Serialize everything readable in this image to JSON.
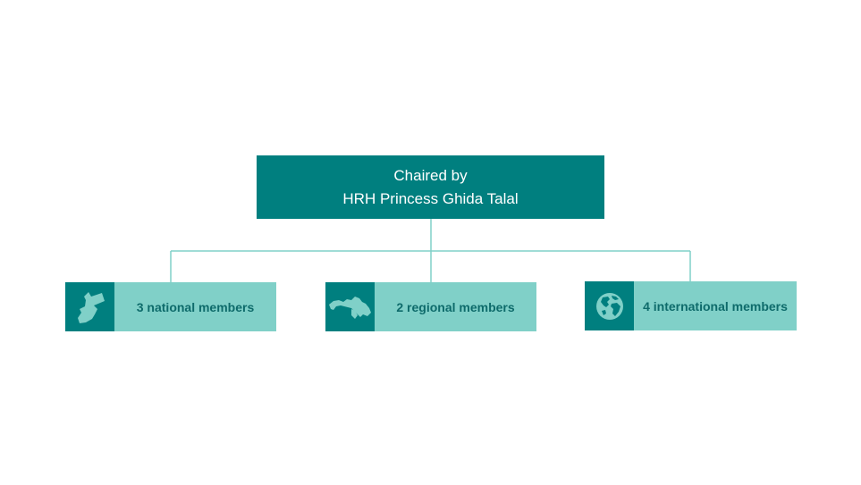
{
  "chair": {
    "line1": "Chaired by",
    "line2": "HRH Princess Ghida Talal"
  },
  "members": [
    {
      "label": "3 national members",
      "icon": "jordan-map-icon"
    },
    {
      "label": "2 regional members",
      "icon": "arab-region-map-icon"
    },
    {
      "label": "4 international members",
      "icon": "globe-icon"
    }
  ],
  "colors": {
    "primary": "#007f7f",
    "secondary": "#80d0c8",
    "connector": "#80d0c8",
    "label_text": "#0e6b6b",
    "icon": "#80d0c8"
  }
}
